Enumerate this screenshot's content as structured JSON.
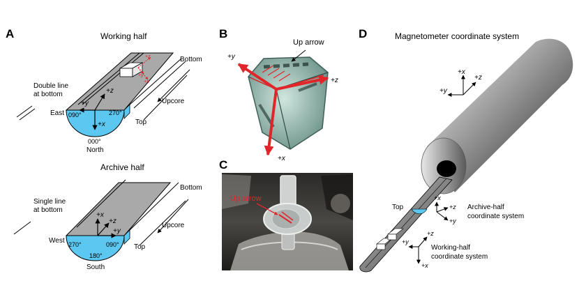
{
  "panelA": {
    "letter": "A",
    "working": {
      "title": "Working half",
      "double_line_note_1": "Double line",
      "double_line_note_2": "at bottom",
      "bottom": "Bottom",
      "upcore": "Upcore",
      "top": "Top",
      "east": "East",
      "deg_090": "090°",
      "deg_270": "270°",
      "deg_000": "000°",
      "north": "North",
      "axis_z": "+z",
      "axis_y": "+y",
      "axis_x": "+x",
      "cube_z": "+z",
      "cube_y": "+y",
      "cube_x": "+x"
    },
    "archive": {
      "title": "Archive half",
      "single_line_note_1": "Single line",
      "single_line_note_2": "at bottom",
      "bottom": "Bottom",
      "upcore": "Upcore",
      "top": "Top",
      "west": "West",
      "deg_270": "270°",
      "deg_090": "090°",
      "deg_180": "180°",
      "south": "South",
      "axis_x": "+x",
      "axis_z": "+z",
      "axis_y": "+y"
    }
  },
  "panelB": {
    "letter": "B",
    "up_arrow": "Up arrow",
    "axis_y": "+y",
    "axis_z": "+z",
    "axis_x": "+x"
  },
  "panelC": {
    "letter": "C",
    "up_arrow": "Up arrow"
  },
  "panelD": {
    "letter": "D",
    "title": "Magnetometer coordinate system",
    "frame_x": "+x",
    "frame_y": "+y",
    "frame_z": "+z",
    "top": "Top",
    "archive_label_1": "Archive-half",
    "archive_label_2": "coordinate system",
    "archive_x": "+x",
    "archive_z": "+z",
    "archive_y": "+y",
    "working_label_1": "Working-half",
    "working_label_2": "coordinate system",
    "working_z": "+z",
    "working_y": "+y",
    "working_x": "+x"
  },
  "colors": {
    "core_gray": "#a9a9a9",
    "sediment_blue": "#5cc7f0",
    "arrow_red": "#e0262a",
    "cylinder_dark": "#2c2c2c"
  }
}
